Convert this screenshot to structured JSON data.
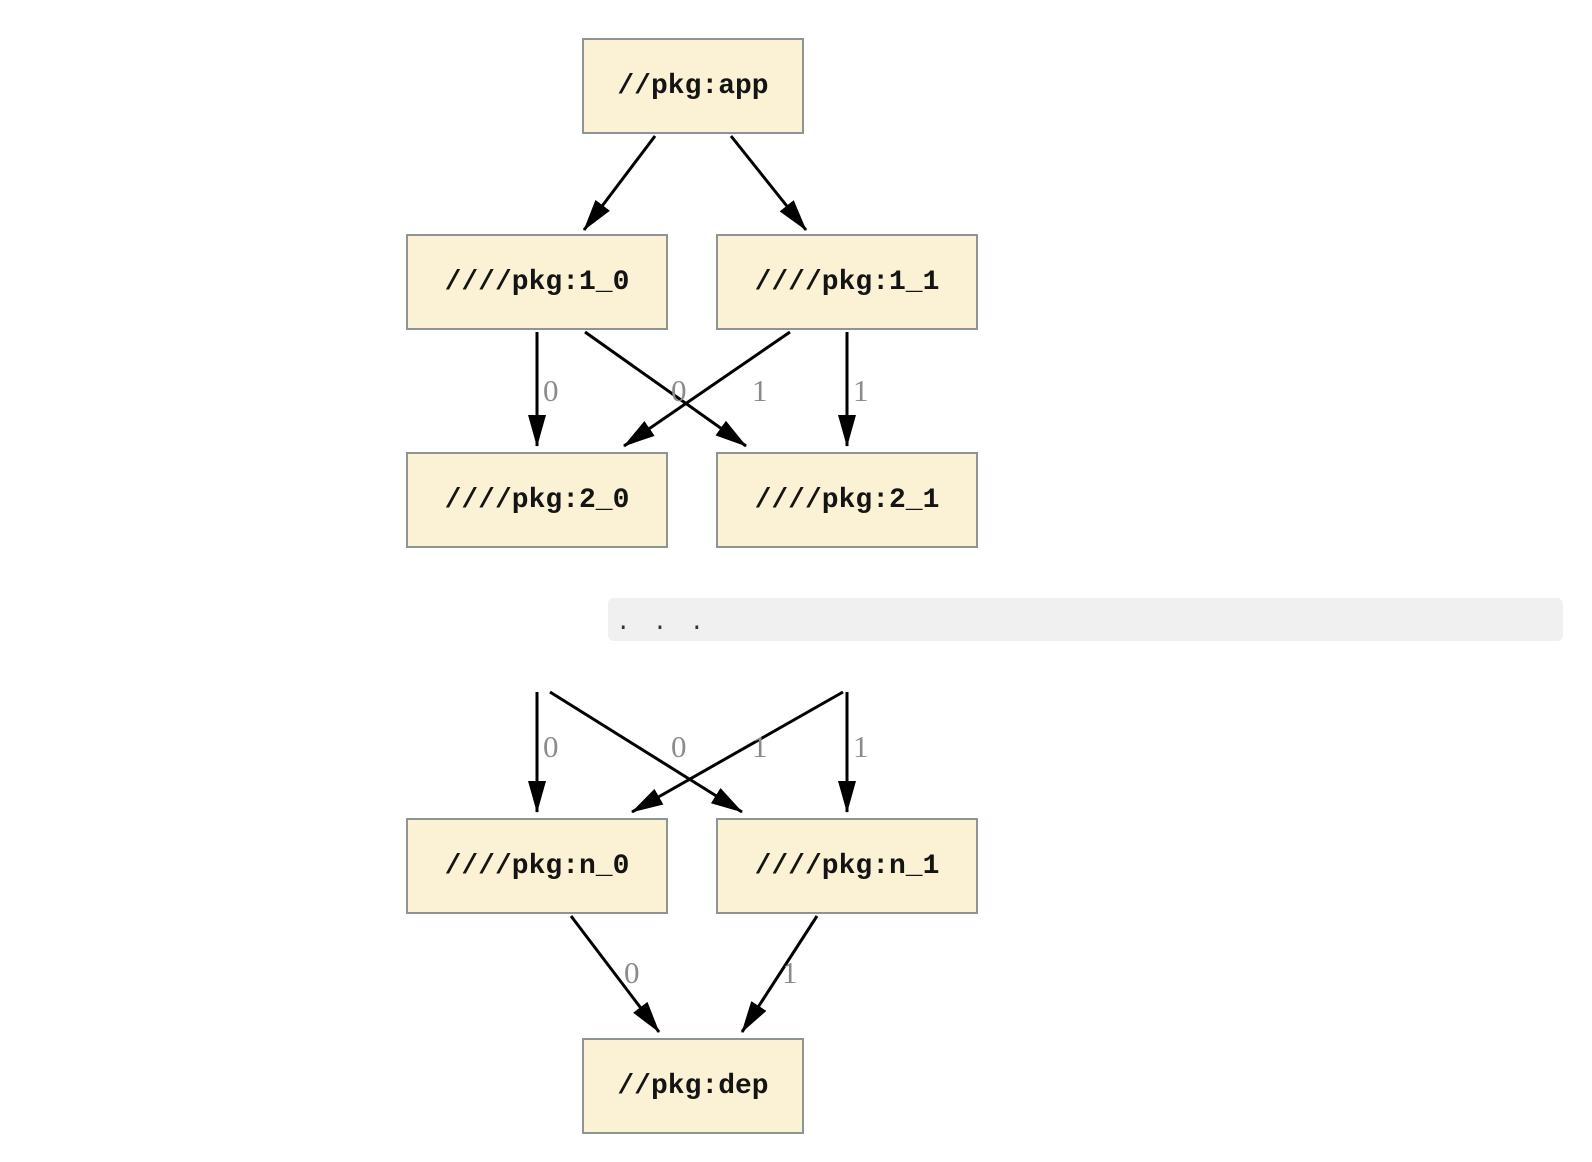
{
  "diagram": {
    "type": "dependency-graph",
    "ellipsis_text": ". . .",
    "nodes": [
      {
        "id": "app",
        "label": "//pkg:app"
      },
      {
        "id": "1_0",
        "label": "////pkg:1_0"
      },
      {
        "id": "1_1",
        "label": "////pkg:1_1"
      },
      {
        "id": "2_0",
        "label": "////pkg:2_0"
      },
      {
        "id": "2_1",
        "label": "////pkg:2_1"
      },
      {
        "id": "n_0",
        "label": "////pkg:n_0"
      },
      {
        "id": "n_1",
        "label": "////pkg:n_1"
      },
      {
        "id": "dep",
        "label": "//pkg:dep"
      }
    ],
    "edges": [
      {
        "from": "app",
        "to": "1_0",
        "label": ""
      },
      {
        "from": "app",
        "to": "1_1",
        "label": ""
      },
      {
        "from": "1_0",
        "to": "2_0",
        "label": "0"
      },
      {
        "from": "1_1",
        "to": "2_0",
        "label": "0"
      },
      {
        "from": "1_0",
        "to": "2_1",
        "label": "1"
      },
      {
        "from": "1_1",
        "to": "2_1",
        "label": "1"
      },
      {
        "from": "ellipsis",
        "to": "n_0",
        "label": "0"
      },
      {
        "from": "ellipsis",
        "to": "n_0",
        "label": "0"
      },
      {
        "from": "ellipsis",
        "to": "n_1",
        "label": "1"
      },
      {
        "from": "ellipsis",
        "to": "n_1",
        "label": "1"
      },
      {
        "from": "n_0",
        "to": "dep",
        "label": "0"
      },
      {
        "from": "n_1",
        "to": "dep",
        "label": "1"
      }
    ],
    "colors": {
      "node_fill": "#fbf2d5",
      "node_border": "#8d9494",
      "edge": "#000000",
      "edge_label": "#8b8b8b",
      "ellipsis_bg": "#f0f0f0"
    }
  }
}
